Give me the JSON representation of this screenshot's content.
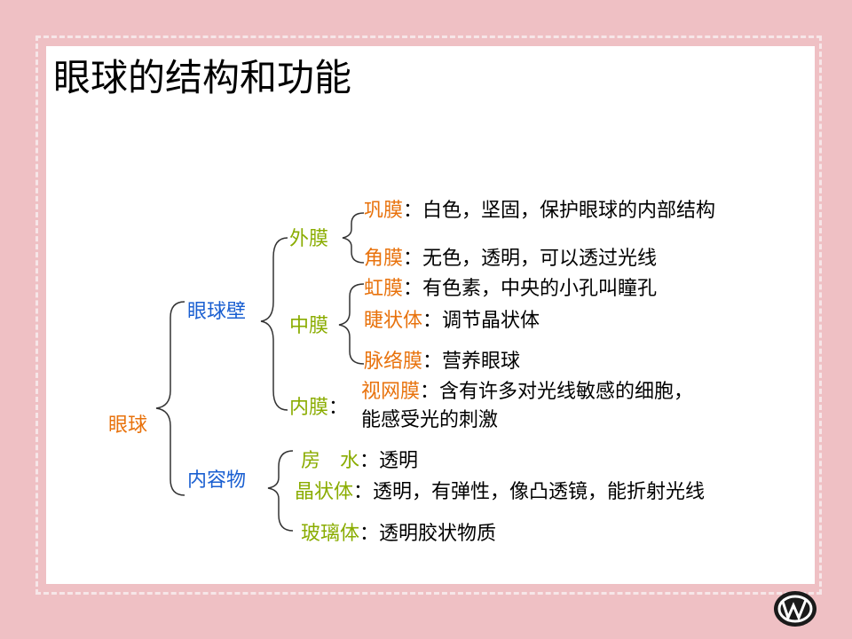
{
  "title": "眼球的结构和功能",
  "root": "眼球",
  "wall": {
    "label": "眼球壁",
    "outer": {
      "label": "外膜",
      "sclera_name": "巩膜",
      "sclera_desc": "：白色，坚固，保护眼球的内部结构",
      "cornea_name": "角膜",
      "cornea_desc": "：无色，透明，可以透过光线"
    },
    "middle": {
      "label": "中膜",
      "iris_name": "虹膜",
      "iris_desc": "：有色素，中央的小孔叫瞳孔",
      "ciliary_name": "睫状体",
      "ciliary_desc": "：调节晶状体",
      "choroid_name": "脉络膜",
      "choroid_desc": "：营养眼球"
    },
    "inner": {
      "label": "内膜",
      "colon": "：",
      "retina_name": "视网膜",
      "retina_desc_1": "：含有许多对光线敏感的细胞，",
      "retina_desc_2": "能感受光的刺激"
    }
  },
  "contents": {
    "label": "内容物",
    "aqueous_name": "房　水",
    "aqueous_desc": "：透明",
    "lens_name": "晶状体",
    "lens_desc": "：透明，有弹性，像凸透镜，能折射光线",
    "vitreous_name": "玻璃体",
    "vitreous_desc": "：透明胶状物质"
  },
  "logo_icon": "publisher-logo-icon",
  "colors": {
    "background": "#efc0c4",
    "orange": "#e8720c",
    "blue": "#1a5fd1",
    "green": "#8aac00"
  }
}
